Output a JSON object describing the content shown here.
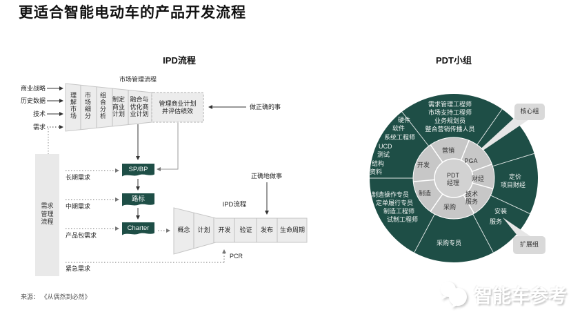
{
  "slide": {
    "title": "更适合智能电动车的产品开发流程",
    "source_prefix": "来源：",
    "source_text": "《从偶然到必然》",
    "watermark": "智能车参考"
  },
  "colors": {
    "accent_green": "#1E4E46",
    "funnel_gray": "#ECECEC",
    "ring_gray": "#C7C7C7",
    "callout_gray": "#D9D9D9"
  },
  "ipd": {
    "heading": "IPD流程",
    "market_process_label": "市场管理流程",
    "inputs": [
      "商业战略",
      "历史数据",
      "技术",
      "需求"
    ],
    "funnel_stages_vertical": [
      "理解市场",
      "市场细分",
      "组合分析"
    ],
    "stage_plan": [
      "制定",
      "商业",
      "计划"
    ],
    "stage_merge": [
      "融合与",
      "优化商",
      "业计划"
    ],
    "manage_box": [
      "管理商业计划",
      "并评估绩效"
    ],
    "do_right_thing": "做正确的事",
    "do_things_right": "正确地做事",
    "requirement_bar": [
      "需求",
      "管理",
      "流程"
    ],
    "boxes": [
      "SP/BP",
      "路标",
      "Charter"
    ],
    "demand_labels": [
      "长期需求",
      "中期需求",
      "产品包需求",
      "紧急需求"
    ],
    "phase_label": "IPD流程",
    "phases": [
      "概念",
      "计划",
      "开发",
      "验证",
      "发布",
      "生命周期"
    ],
    "pcr_label": "PCR"
  },
  "pdt": {
    "heading": "PDT小组",
    "center": [
      "PDT",
      "经理"
    ],
    "inner": {
      "marketing": "营销",
      "pga": "PGA",
      "finance": "财经",
      "tech_service": [
        "技术",
        "服务"
      ],
      "procurement": "采购",
      "manufacturing": "制造",
      "development": "开发"
    },
    "top_roles": [
      "需求管理工程师",
      "市场支持工程师",
      "业务规划员",
      "整合营销传播人员"
    ],
    "left_roles": [
      "硬件",
      "软件",
      "系统工程师",
      "UCD",
      "测试",
      "结构",
      "资料"
    ],
    "bottom_left_roles": [
      "制造操作专员",
      "定单履行专员",
      "制造工程师",
      "试制工程师"
    ],
    "bottom_role": "采购专员",
    "right_roles": [
      "定价",
      "项目财经"
    ],
    "bottom_right_roles": [
      "安装",
      "服务"
    ],
    "callout_core": "核心组",
    "callout_extended": "扩展组"
  }
}
